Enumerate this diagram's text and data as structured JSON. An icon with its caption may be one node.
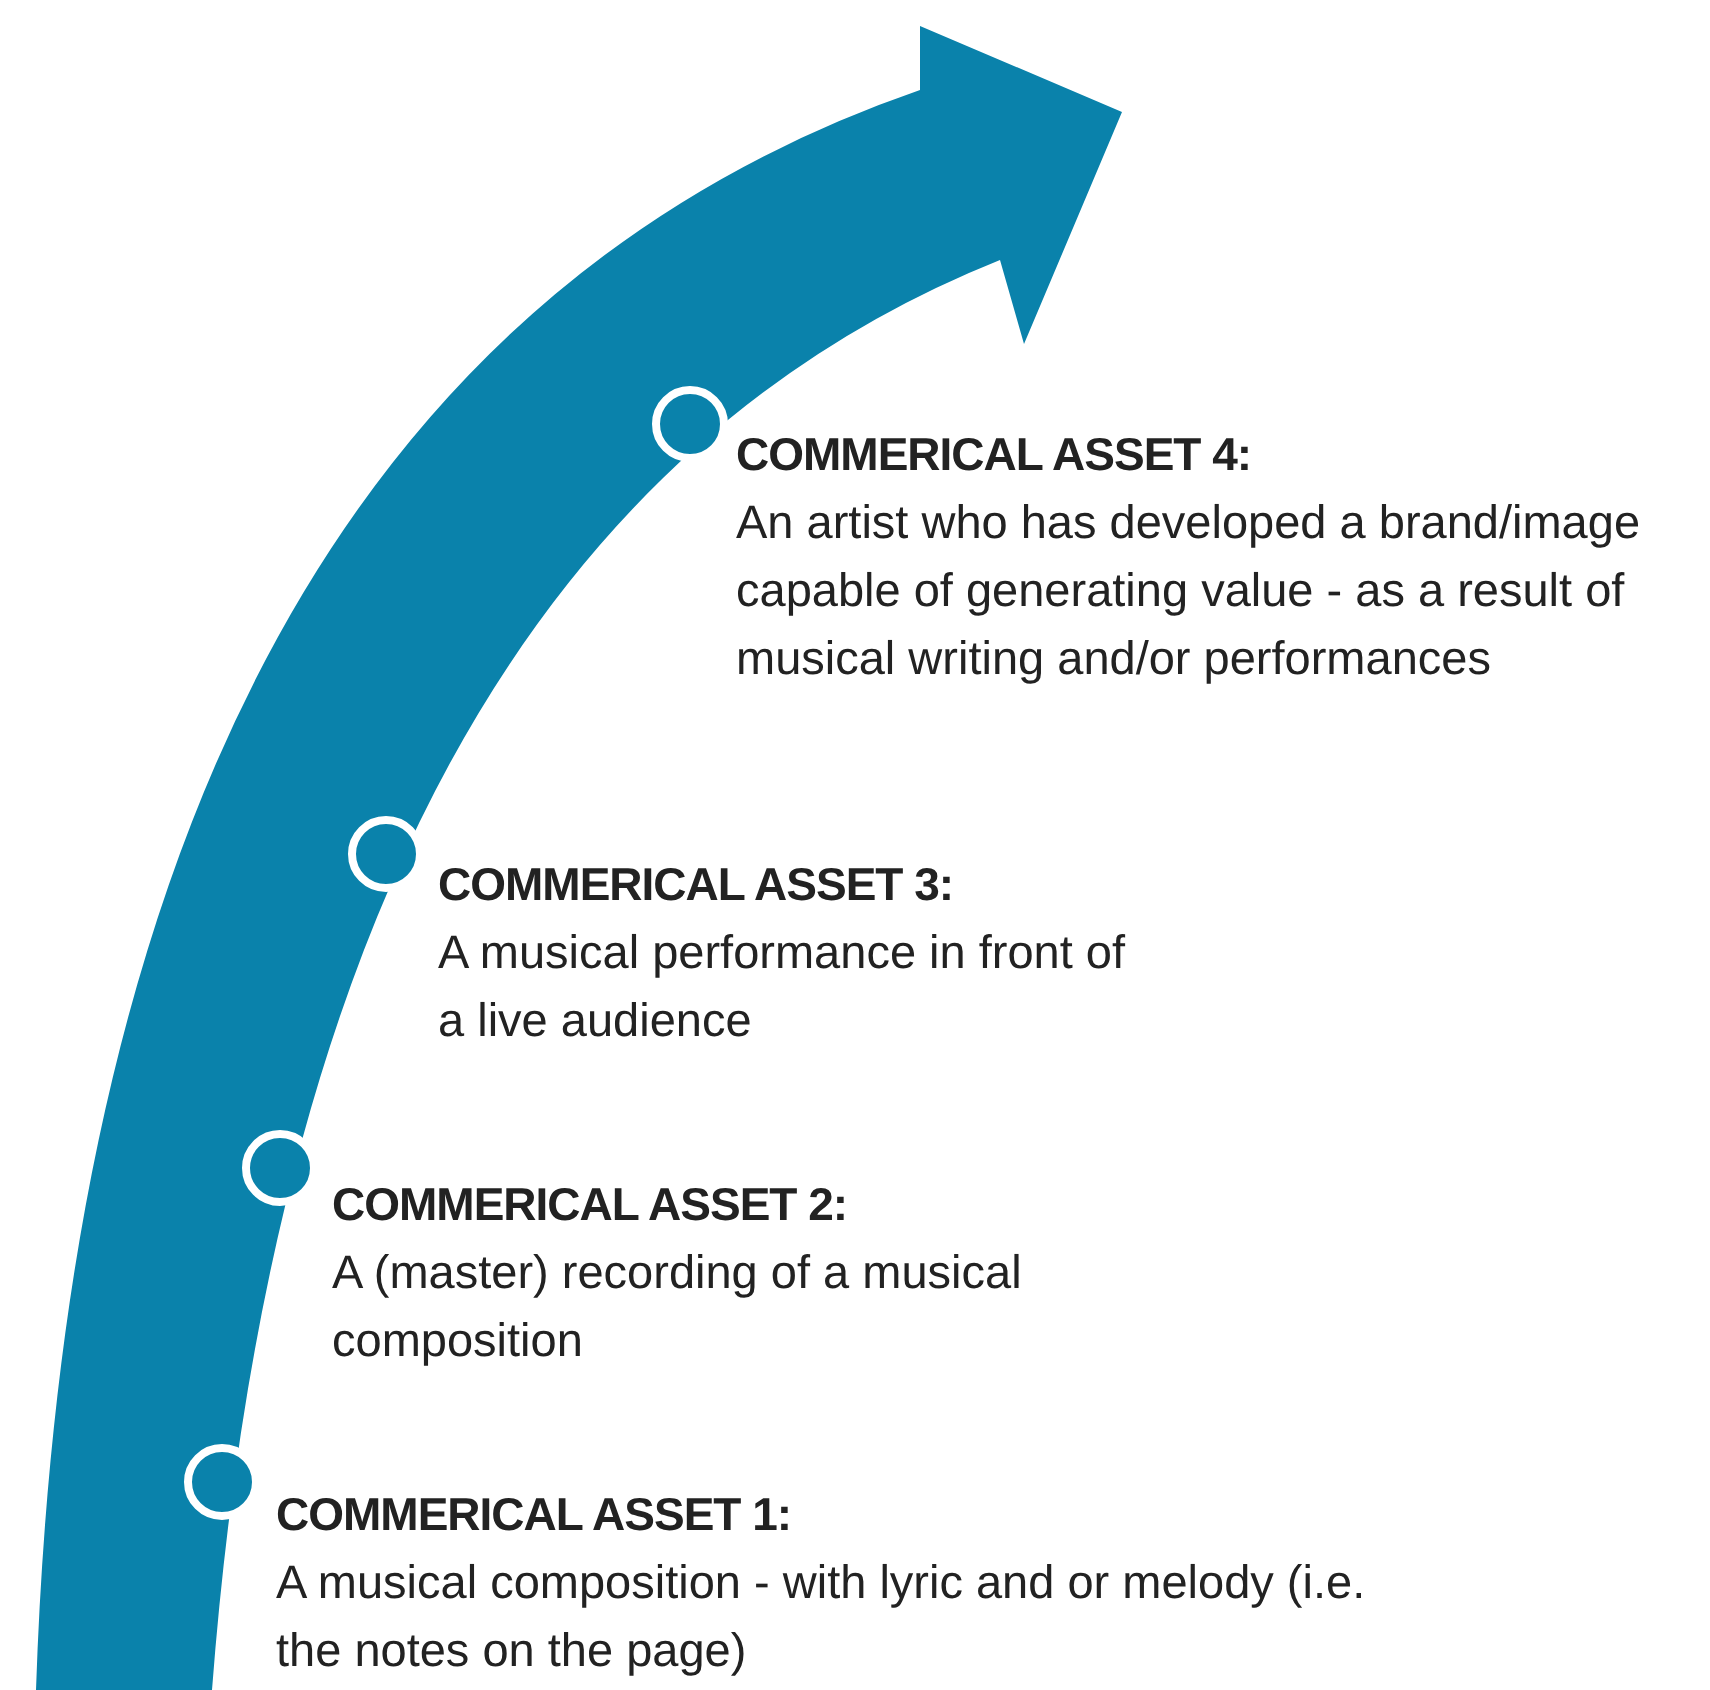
{
  "diagram": {
    "nodes": [
      {
        "text": [
          "COMMERICAL ASSET 4:",
          "An artist who has developed a brand/image capable of generating value - as a result of musical writing and/or performances"
        ]
      },
      {
        "text": [
          "COMMERICAL ASSET 3:",
          "A musical performance in front of a live audience"
        ]
      },
      {
        "text": [
          "COMMERICAL ASSET 2:",
          "A (master) recording of a musical composition"
        ]
      },
      {
        "text": [
          "COMMERICAL ASSET 1:",
          "A musical composition - with lyric and or melody (i.e. the notes on the page)"
        ]
      }
    ]
  }
}
